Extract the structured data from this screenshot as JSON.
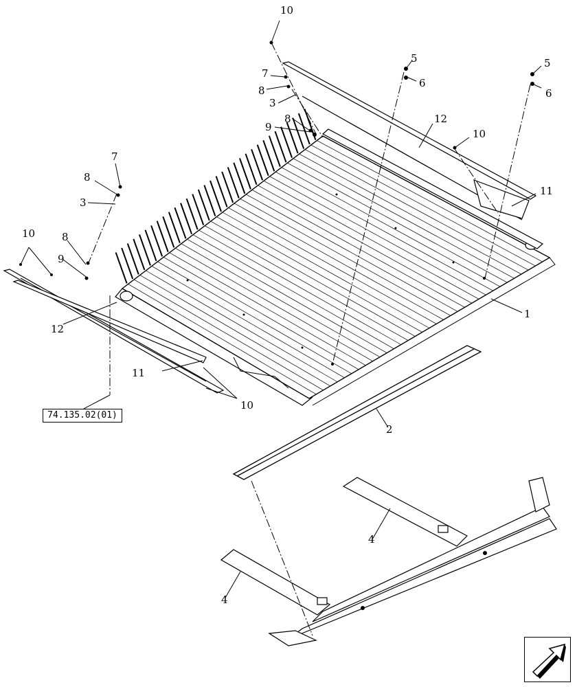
{
  "reference_box": "74.135.02(01)",
  "callouts": [
    "10",
    "5",
    "6",
    "5",
    "6",
    "7",
    "8",
    "3",
    "9",
    "8",
    "12",
    "10",
    "11",
    "7",
    "8",
    "3",
    "10",
    "8",
    "9",
    "12",
    "1",
    "11",
    "10",
    "2",
    "4",
    "4"
  ],
  "nav_icon": "next-page-arrow-icon"
}
